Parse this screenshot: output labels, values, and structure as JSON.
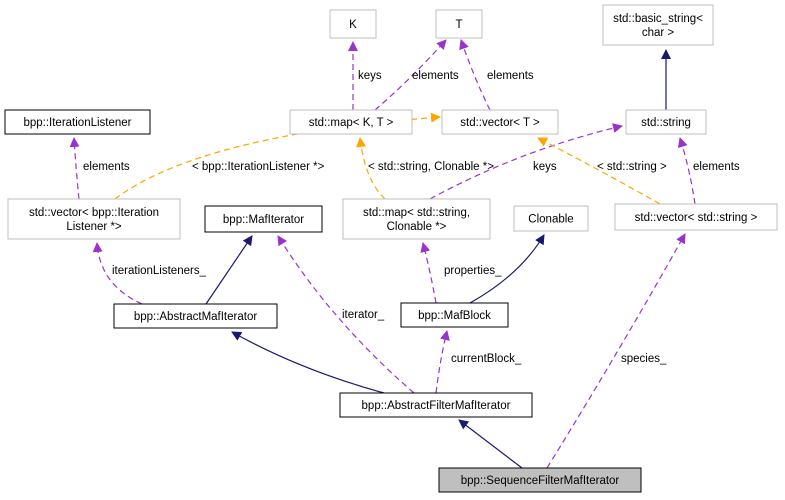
{
  "diagram": {
    "title": "Collaboration diagram for bpp::SequenceFilterMafIterator",
    "colors": {
      "inheritance": "#191970",
      "usage": "#9a32cd",
      "template": "#ffa500",
      "external_border": "#bfbfbf",
      "documented_border": "#000000",
      "focus_fill": "#bfbfbf"
    },
    "nodes": [
      {
        "id": "K",
        "lines": [
          "K"
        ],
        "kind": "external"
      },
      {
        "id": "T",
        "lines": [
          "T"
        ],
        "kind": "external"
      },
      {
        "id": "basic_string",
        "lines": [
          "std::basic_string<",
          "char >"
        ],
        "kind": "external"
      },
      {
        "id": "IterationListener",
        "lines": [
          "bpp::IterationListener"
        ],
        "kind": "documented"
      },
      {
        "id": "map_KT",
        "lines": [
          "std::map< K, T >"
        ],
        "kind": "external"
      },
      {
        "id": "vector_T",
        "lines": [
          "std::vector< T >"
        ],
        "kind": "external"
      },
      {
        "id": "string",
        "lines": [
          "std::string"
        ],
        "kind": "external"
      },
      {
        "id": "vector_IL",
        "lines": [
          "std::vector< bpp::Iteration",
          "Listener *>"
        ],
        "kind": "external"
      },
      {
        "id": "MafIterator",
        "lines": [
          "bpp::MafIterator"
        ],
        "kind": "documented"
      },
      {
        "id": "map_sC",
        "lines": [
          "std::map< std::string,",
          "Clonable *>"
        ],
        "kind": "external"
      },
      {
        "id": "Clonable",
        "lines": [
          "Clonable"
        ],
        "kind": "external"
      },
      {
        "id": "vector_s",
        "lines": [
          "std::vector< std::string >"
        ],
        "kind": "external"
      },
      {
        "id": "AbstractMafIterator",
        "lines": [
          "bpp::AbstractMafIterator"
        ],
        "kind": "documented"
      },
      {
        "id": "MafBlock",
        "lines": [
          "bpp::MafBlock"
        ],
        "kind": "documented"
      },
      {
        "id": "AbstractFilterMafIterator",
        "lines": [
          "bpp::AbstractFilterMafIterator"
        ],
        "kind": "documented"
      },
      {
        "id": "SequenceFilterMafIterator",
        "lines": [
          "bpp::SequenceFilterMafIterator"
        ],
        "kind": "focus"
      }
    ],
    "edges": [
      {
        "from": "map_KT",
        "to": "K",
        "type": "usage",
        "label": "keys"
      },
      {
        "from": "map_KT",
        "to": "T",
        "type": "usage",
        "label": "elements"
      },
      {
        "from": "vector_T",
        "to": "T",
        "type": "usage",
        "label": "elements"
      },
      {
        "from": "string",
        "to": "basic_string",
        "type": "inheritance",
        "label": ""
      },
      {
        "from": "vector_IL",
        "to": "IterationListener",
        "type": "usage",
        "label": "elements"
      },
      {
        "from": "vector_IL",
        "to": "vector_T",
        "type": "template",
        "label": "< bpp::IterationListener *>"
      },
      {
        "from": "map_sC",
        "to": "map_KT",
        "type": "template",
        "label": "< std::string, Clonable *>"
      },
      {
        "from": "map_sC",
        "to": "string",
        "type": "usage",
        "label": "keys"
      },
      {
        "from": "vector_s",
        "to": "vector_T",
        "type": "template",
        "label": "< std::string >"
      },
      {
        "from": "vector_s",
        "to": "string",
        "type": "usage",
        "label": "elements"
      },
      {
        "from": "AbstractMafIterator",
        "to": "vector_IL",
        "type": "usage",
        "label": "iterationListeners_"
      },
      {
        "from": "AbstractMafIterator",
        "to": "MafIterator",
        "type": "inheritance",
        "label": ""
      },
      {
        "from": "MafBlock",
        "to": "map_sC",
        "type": "usage",
        "label": "properties_"
      },
      {
        "from": "MafBlock",
        "to": "Clonable",
        "type": "inheritance",
        "label": ""
      },
      {
        "from": "AbstractFilterMafIterator",
        "to": "AbstractMafIterator",
        "type": "inheritance",
        "label": ""
      },
      {
        "from": "AbstractFilterMafIterator",
        "to": "MafIterator",
        "type": "usage",
        "label": "iterator_"
      },
      {
        "from": "AbstractFilterMafIterator",
        "to": "MafBlock",
        "type": "usage",
        "label": "currentBlock_"
      },
      {
        "from": "SequenceFilterMafIterator",
        "to": "AbstractFilterMafIterator",
        "type": "inheritance",
        "label": ""
      },
      {
        "from": "SequenceFilterMafIterator",
        "to": "vector_s",
        "type": "usage",
        "label": "species_"
      }
    ]
  }
}
